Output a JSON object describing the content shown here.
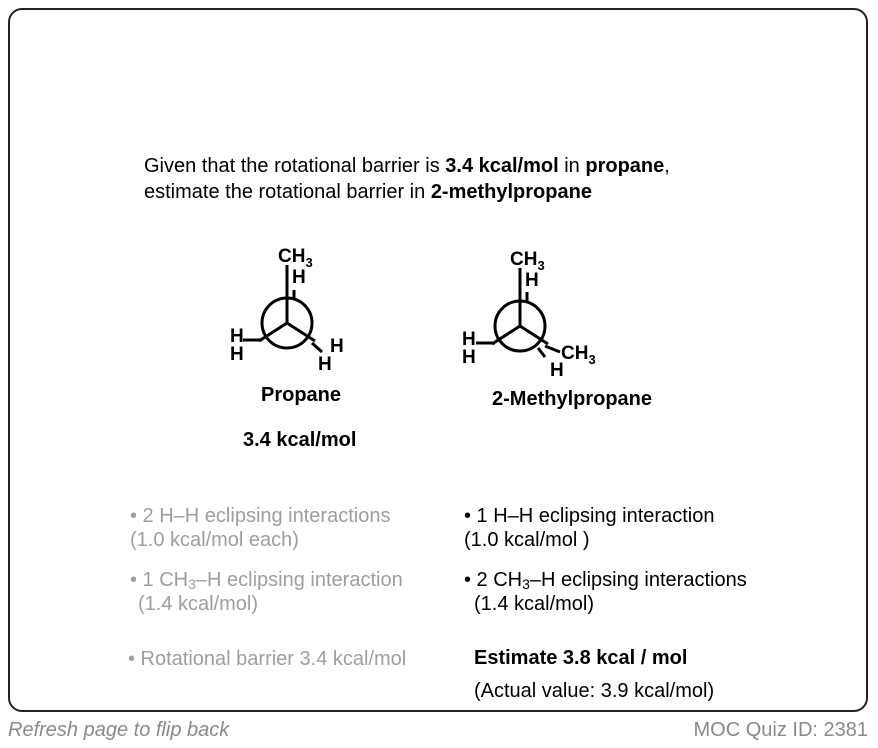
{
  "question": {
    "line1_pre": "Given that the rotational barrier is ",
    "line1_value": "3.4 kcal/mol",
    "line1_mid": " in ",
    "line1_molecule": "propane",
    "line1_post": ",",
    "line2_pre": "estimate the rotational barrier in ",
    "line2_molecule": "2-methylpropane"
  },
  "propane": {
    "name": "Propane",
    "energy": "3.4 kcal/mol",
    "labels": {
      "top": "CH",
      "top_sub": "3",
      "front_h": "H",
      "left_h1": "H",
      "left_h2": "H",
      "right_h1": "H",
      "right_h2": "H"
    }
  },
  "methylpropane": {
    "name": "2-Methylpropane",
    "labels": {
      "top": "CH",
      "top_sub": "3",
      "front_h": "H",
      "left_h1": "H",
      "left_h2": "H",
      "right": "CH",
      "right_sub": "3",
      "bottom_h": "H"
    }
  },
  "left_notes": {
    "n1_line1": "• 2 H–H eclipsing interactions",
    "n1_line2": "(1.0 kcal/mol each)",
    "n2_pre": "• 1 CH",
    "n2_sub": "3",
    "n2_post": "–H eclipsing interaction",
    "n2_line2": "(1.4 kcal/mol)",
    "n3": "• Rotational barrier 3.4 kcal/mol"
  },
  "right_notes": {
    "n1_line1": "• 1 H–H eclipsing interaction",
    "n1_line2": "(1.0 kcal/mol )",
    "n2_pre": "• 2 CH",
    "n2_sub": "3",
    "n2_post": "–H eclipsing interactions",
    "n2_line2": "(1.4 kcal/mol)",
    "estimate": "Estimate 3.8 kcal / mol",
    "actual": "(Actual value: 3.9 kcal/mol)"
  },
  "footer": {
    "left": "Refresh page to flip back",
    "right": "MOC Quiz ID: 2381"
  }
}
